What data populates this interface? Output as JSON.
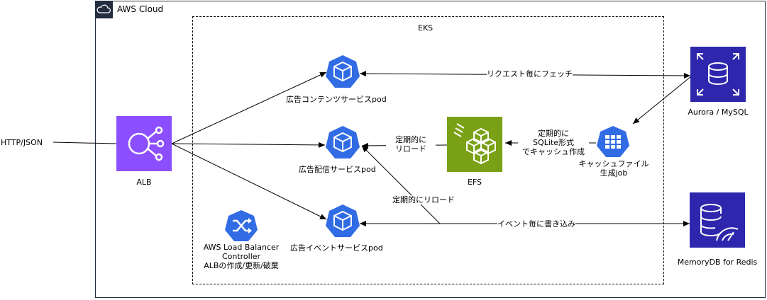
{
  "cloud": {
    "title": "AWS Cloud"
  },
  "eks": {
    "title": "EKS"
  },
  "client": {
    "label": "HTTP/JSON"
  },
  "alb": {
    "label": "ALB"
  },
  "pods": {
    "content": "広告コンテンツサービスpod",
    "delivery": "広告配信サービスpod",
    "event": "広告イベントサービスpod"
  },
  "controller": {
    "line1": "AWS Load Balancer",
    "line2": "Controller",
    "line3": "ALBの作成/更新/破棄"
  },
  "efs": {
    "label": "EFS"
  },
  "aurora": {
    "label": "Aurora / MySQL"
  },
  "memorydb": {
    "label": "MemoryDB for Redis"
  },
  "job": {
    "line1": "キャッシュファイル",
    "line2": "生成job"
  },
  "edges": {
    "fetch": "リクエスト毎にフェッチ",
    "reload_efs_1": "定期的に",
    "reload_efs_2": "リロード",
    "cache_1": "定期的に",
    "cache_2": "SQLite形式",
    "cache_3": "でキャッシュ作成",
    "reload": "定期的にリロード",
    "write": "イベント毎に書き込み"
  },
  "colors": {
    "k8s_blue": "#326ce5",
    "alb_purple": "#8c4fff",
    "efs_green": "#7aa116",
    "db_blue": "#2e27ad",
    "cloud_dark": "#232f3e"
  }
}
